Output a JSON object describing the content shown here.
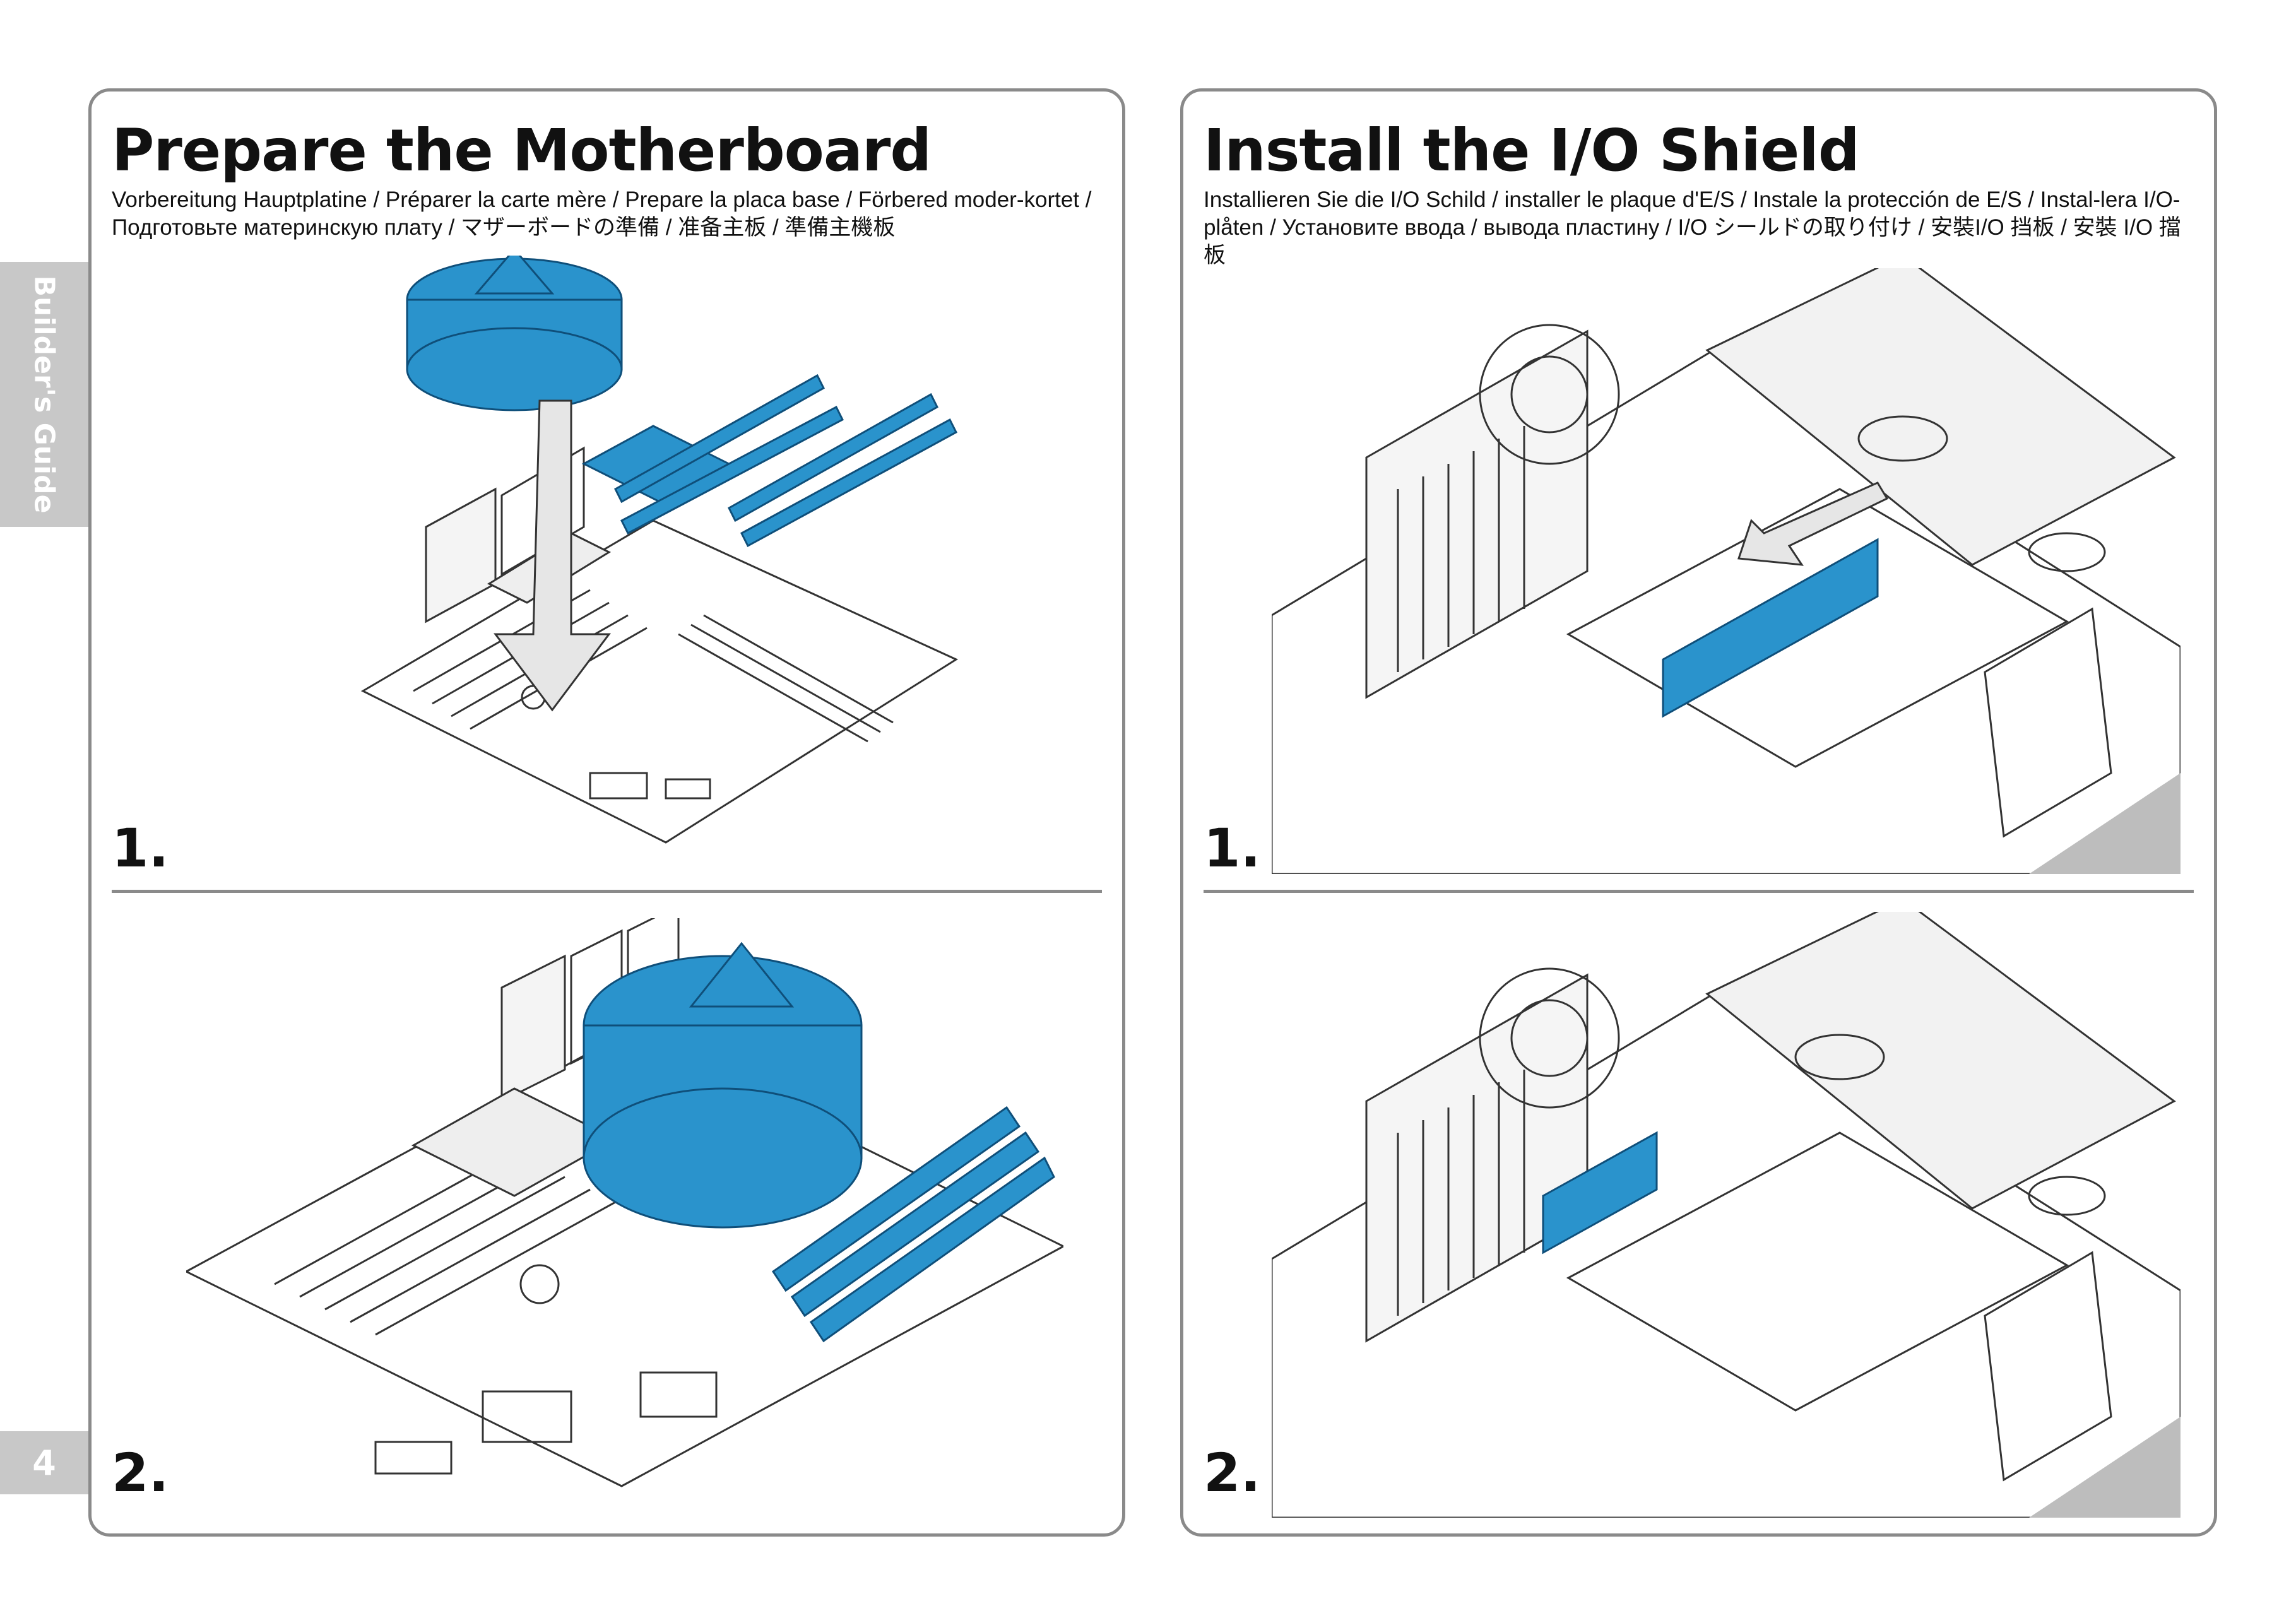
{
  "sidebar": {
    "label": "Builder's Guide"
  },
  "page_number": "4",
  "left_panel": {
    "title": "Prepare the Motherboard",
    "subtitle": "Vorbereitung Hauptplatine / Préparer la carte mère / Prepare la placa base / Förbered moder-kortet / Подготовьте материнскую плату / マザーボードの準備 / 准备主板 / 準備主機板",
    "steps": [
      {
        "label": "1."
      },
      {
        "label": "2."
      }
    ]
  },
  "right_panel": {
    "title": "Install the I/O Shield",
    "subtitle": "Installieren Sie die I/O Schild  /  installer le plaque d'E/S  /  Instale la protección de E/S  /  Instal-lera I/O-plåten  /  Установите ввода / вывода пластину  /  I/O シールドの取り付け  /  安裝I/O 挡板  /  安裝 I/O 擋板",
    "steps": [
      {
        "label": "1."
      },
      {
        "label": "2."
      }
    ]
  },
  "colors": {
    "accent": "#2a93cc",
    "frame": "#8a8a8a",
    "tab": "#c8c8c8"
  }
}
